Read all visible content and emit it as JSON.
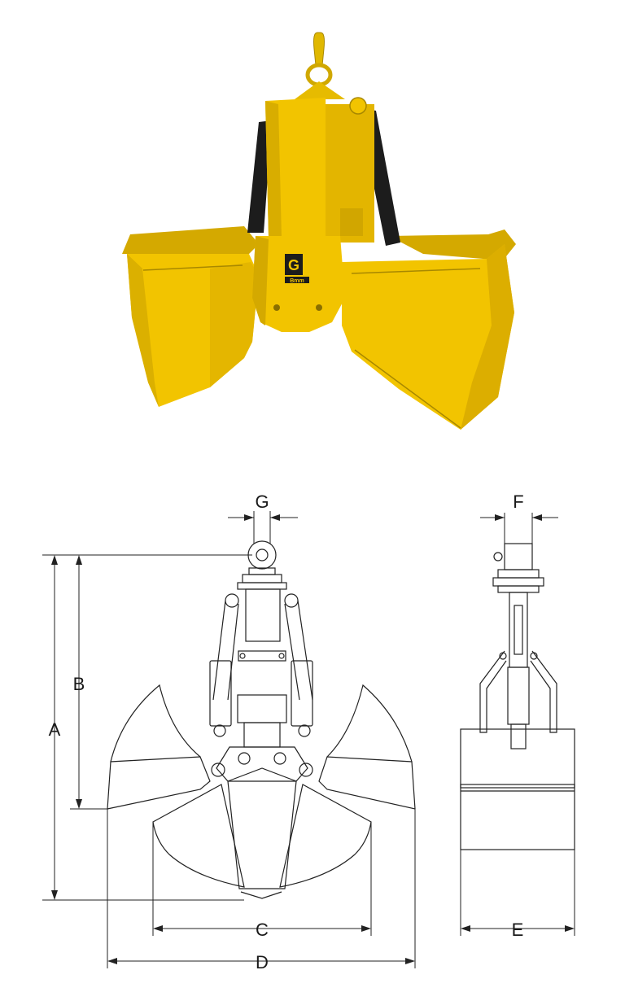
{
  "photo": {
    "logo_mark": "G",
    "logo_word": "Bmm",
    "colors": {
      "body": "#f2c400",
      "shade": "#c9a000",
      "dark": "#1c1c1c"
    }
  },
  "drawing": {
    "dimensions": {
      "A": "A",
      "B": "B",
      "C": "C",
      "D": "D",
      "E": "E",
      "F": "F",
      "G": "G"
    },
    "line_color": "#222222"
  }
}
